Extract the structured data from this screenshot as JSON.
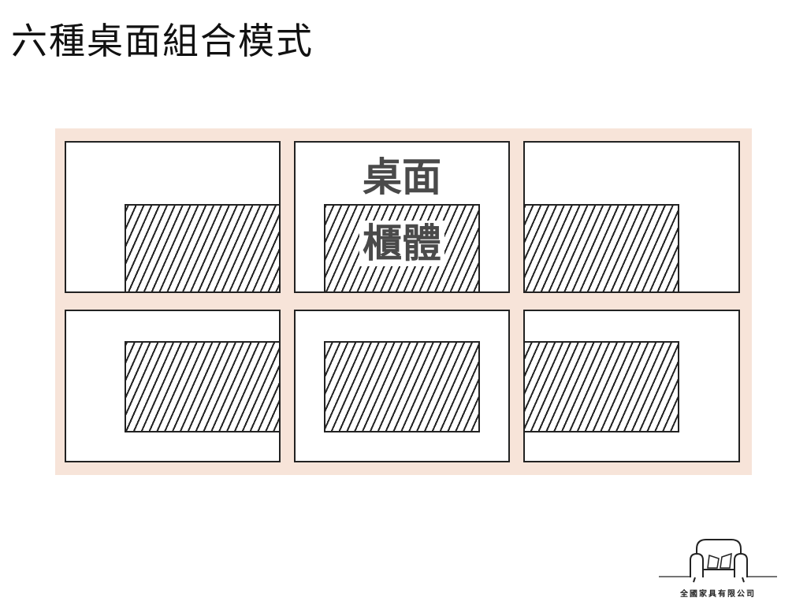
{
  "page": {
    "title": "六種桌面組合模式"
  },
  "diagram": {
    "labels": {
      "desktop": "桌面",
      "cabinet_body": "櫃體"
    },
    "colors": {
      "panel_background": "#f7e4d9",
      "outline": "#222222",
      "label_text": "#4a4a4a"
    },
    "arrangement": {
      "rows": 2,
      "columns": 3,
      "cabinet_position": [
        "right-bottom",
        "center-bottom",
        "left-bottom",
        "right-middle",
        "center-middle",
        "left-middle"
      ]
    }
  },
  "footer": {
    "brand": "全國家具有限公司",
    "logo_icon": "sofa-icon"
  }
}
